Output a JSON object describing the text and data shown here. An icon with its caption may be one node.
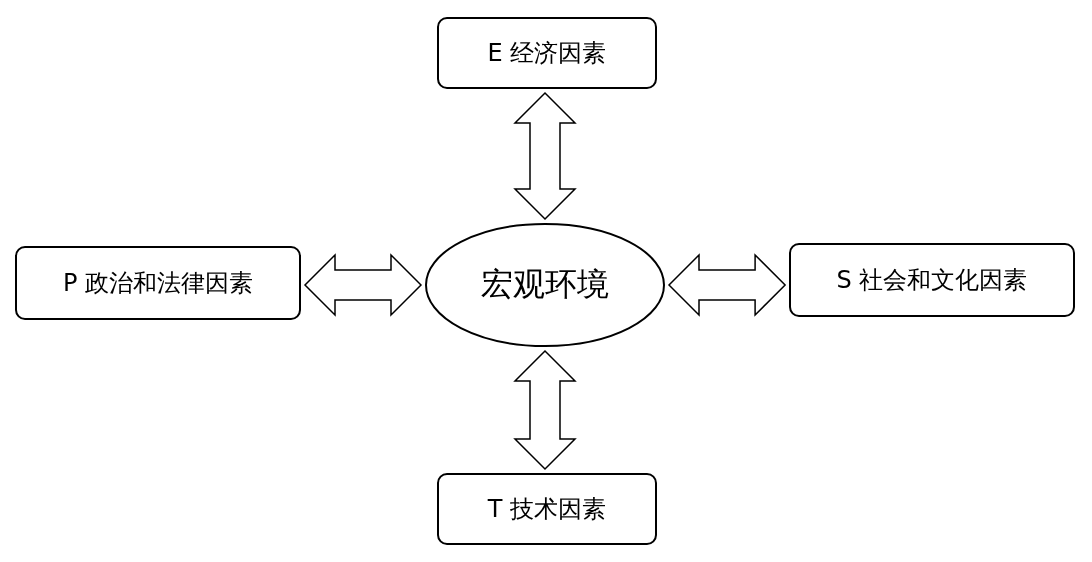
{
  "diagram": {
    "nodes": [
      {
        "text": [
          "E 经济因素"
        ]
      },
      {
        "text": [
          "P 政治和法律因素"
        ]
      },
      {
        "text": [
          "宏观环境"
        ]
      },
      {
        "text": [
          "S 社会和文化因素"
        ]
      },
      {
        "text": [
          "T 技术因素"
        ]
      }
    ],
    "edges": [
      {
        "from": 2,
        "to": 0,
        "arrow": "both"
      },
      {
        "from": 2,
        "to": 1,
        "arrow": "both"
      },
      {
        "from": 2,
        "to": 3,
        "arrow": "both"
      },
      {
        "from": 2,
        "to": 4,
        "arrow": "both"
      }
    ]
  }
}
